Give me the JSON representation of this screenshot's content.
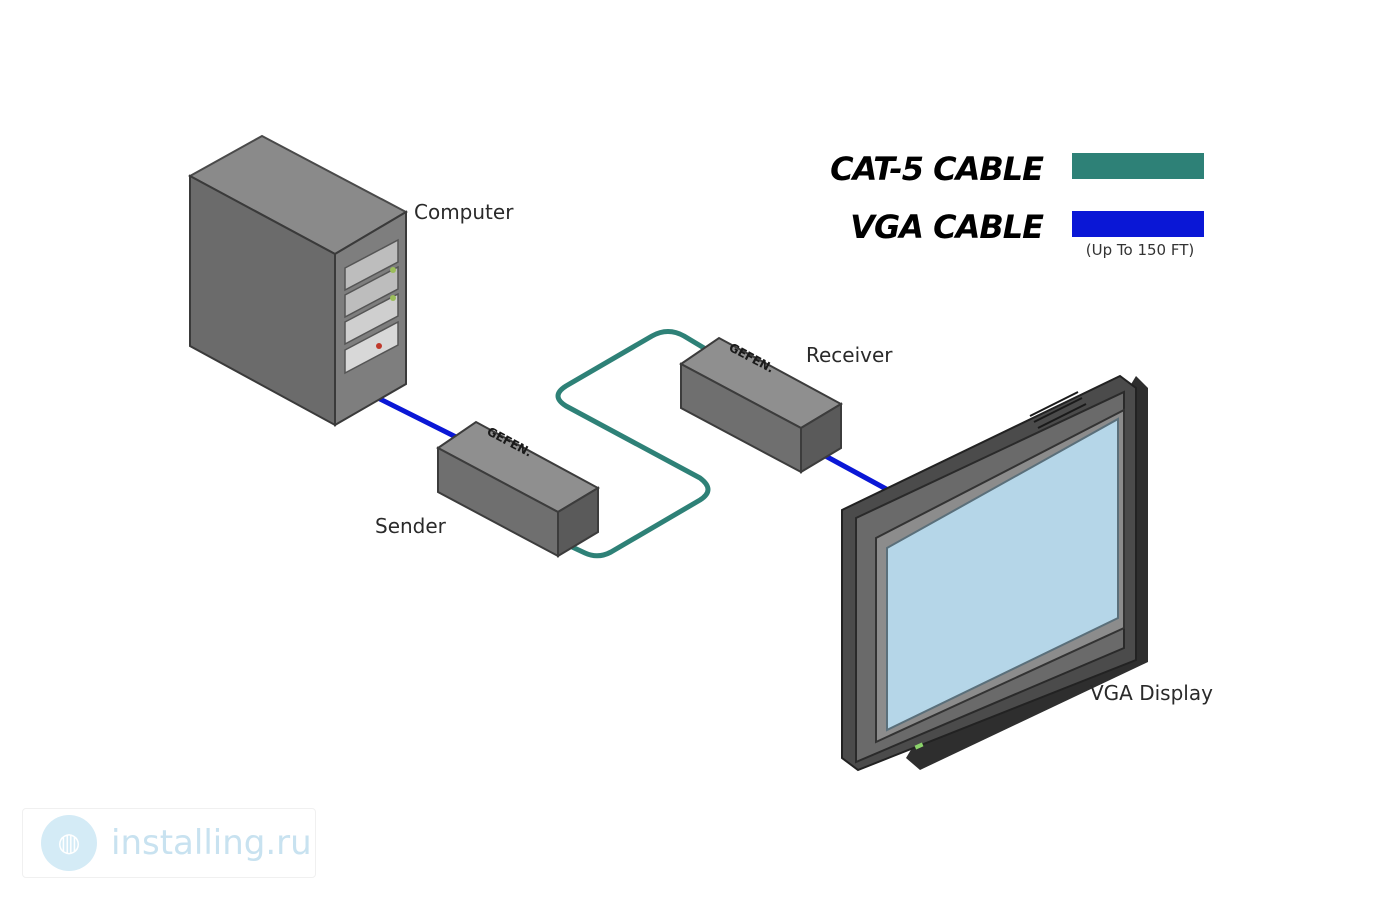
{
  "legend": {
    "cat5": {
      "label": "CAT-5 CABLE",
      "color": "#2e8177"
    },
    "vga": {
      "label": "VGA CABLE",
      "color": "#0a17d6",
      "note": "(Up To 150 FT)"
    }
  },
  "devices": {
    "computer": "Computer",
    "sender": "Sender",
    "receiver": "Receiver",
    "display": "VGA Display"
  },
  "brand": "GEFEN.",
  "watermark": {
    "text": "installing.ru",
    "icon": "globe-icon"
  }
}
